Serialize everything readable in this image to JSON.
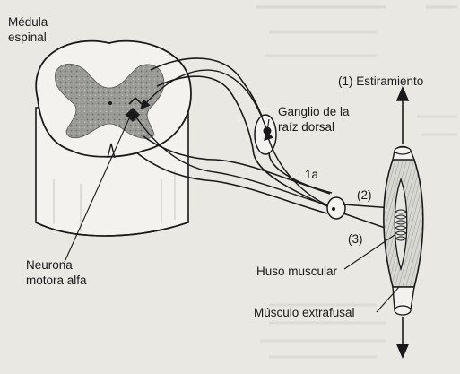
{
  "labels": {
    "medula_line1": "Médula",
    "medula_line2": "espinal",
    "estiramiento": "(1) Estiramiento",
    "ganglio_line1": "Ganglio de la",
    "ganglio_line2": "raíz dorsal",
    "fibra_1a": "1a",
    "num_2": "(2)",
    "num_3": "(3)",
    "neurona_line1": "Neurona",
    "neurona_line2": "motora alfa",
    "huso": "Huso muscular",
    "musculo": "Músculo extrafusal"
  },
  "colors": {
    "paper": "#e9e8e2",
    "ink": "#1a1a1a",
    "white_matter": "#f3f2ee",
    "gray_matter": "#8f8f8c",
    "muscle_fill": "#cfcfcb"
  }
}
